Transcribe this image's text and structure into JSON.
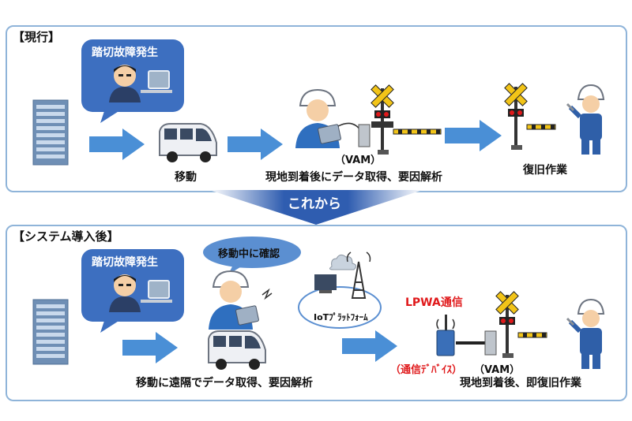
{
  "current": {
    "section_title": "【現行】",
    "speech_bubble": "踏切故障発生",
    "step_move": "移動",
    "vam_label": "（VAM）",
    "step_onsite": "現地到着後にデータ取得、要因解析",
    "step_repair": "復旧作業"
  },
  "transition": {
    "label": "これから"
  },
  "after": {
    "section_title": "【システム導入後】",
    "speech_bubble": "踏切故障発生",
    "cloud_bubble": "移動中に確認",
    "iot_label": "IoTﾌﾟﾗｯﾄﾌｫｰﾑ",
    "lpwa_label": "LPWA通信",
    "device_label": "（通信ﾃﾞﾊﾞｲｽ）",
    "vam_label": "（VAM）",
    "step_remote": "移動に遠隔でデータ取得、要因解析",
    "step_repair": "現地到着後、即復旧作業"
  },
  "colors": {
    "panel_border": "#8fb4d9",
    "arrow": "#4a8fd6",
    "bubble": "#3d6fc0",
    "accent_red": "#e0191b",
    "banner": "#2f5db0"
  }
}
